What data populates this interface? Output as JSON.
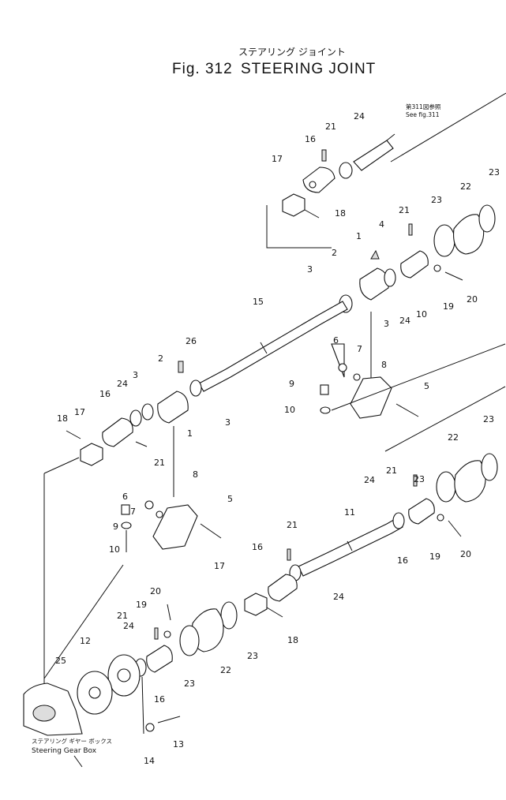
{
  "figure": {
    "title_jp": "ステアリング ジョイント",
    "fig_label": "Fig. 312",
    "title_en": "STEERING JOINT"
  },
  "notes": {
    "see_jp": "第311図参照",
    "see_en": "See fig.311",
    "gearbox_jp": "ステアリング ギヤー ボックス",
    "gearbox_en": "Steering Gear Box"
  },
  "callouts": [
    {
      "id": "c24a",
      "label": "24"
    },
    {
      "id": "c21a",
      "label": "21"
    },
    {
      "id": "c16a",
      "label": "16"
    },
    {
      "id": "c17a",
      "label": "17"
    },
    {
      "id": "c18a",
      "label": "18"
    },
    {
      "id": "c23a",
      "label": "23"
    },
    {
      "id": "c22a",
      "label": "22"
    },
    {
      "id": "c23b",
      "label": "23"
    },
    {
      "id": "c21b",
      "label": "21"
    },
    {
      "id": "c4",
      "label": "4"
    },
    {
      "id": "c1a",
      "label": "1"
    },
    {
      "id": "c2a",
      "label": "2"
    },
    {
      "id": "c3a",
      "label": "3"
    },
    {
      "id": "c3b",
      "label": "3"
    },
    {
      "id": "c24b",
      "label": "24"
    },
    {
      "id": "c10a",
      "label": "10"
    },
    {
      "id": "c19a",
      "label": "19"
    },
    {
      "id": "c20a",
      "label": "20"
    },
    {
      "id": "c15",
      "label": "15"
    },
    {
      "id": "c6a",
      "label": "6"
    },
    {
      "id": "c7a",
      "label": "7"
    },
    {
      "id": "c8a",
      "label": "8"
    },
    {
      "id": "c9a",
      "label": "9"
    },
    {
      "id": "c5a",
      "label": "5"
    },
    {
      "id": "c10b",
      "label": "10"
    },
    {
      "id": "c26",
      "label": "26"
    },
    {
      "id": "c2b",
      "label": "2"
    },
    {
      "id": "c24c",
      "label": "24"
    },
    {
      "id": "c3c",
      "label": "3"
    },
    {
      "id": "c3d",
      "label": "3"
    },
    {
      "id": "c16b",
      "label": "16"
    },
    {
      "id": "c18b",
      "label": "18"
    },
    {
      "id": "c17b",
      "label": "17"
    },
    {
      "id": "c1b",
      "label": "1"
    },
    {
      "id": "c21c",
      "label": "21"
    },
    {
      "id": "c23c",
      "label": "23"
    },
    {
      "id": "c22b",
      "label": "22"
    },
    {
      "id": "c23d",
      "label": "23"
    },
    {
      "id": "c6b",
      "label": "6"
    },
    {
      "id": "c8b",
      "label": "8"
    },
    {
      "id": "c7b",
      "label": "7"
    },
    {
      "id": "c9b",
      "label": "9"
    },
    {
      "id": "c5b",
      "label": "5"
    },
    {
      "id": "c10c",
      "label": "10"
    },
    {
      "id": "c21d",
      "label": "21"
    },
    {
      "id": "c24d",
      "label": "24"
    },
    {
      "id": "c11",
      "label": "11"
    },
    {
      "id": "c21e",
      "label": "21"
    },
    {
      "id": "c16c",
      "label": "16"
    },
    {
      "id": "c19b",
      "label": "19"
    },
    {
      "id": "c20b",
      "label": "20"
    },
    {
      "id": "c16d",
      "label": "16"
    },
    {
      "id": "c24e",
      "label": "24"
    },
    {
      "id": "c17c",
      "label": "17"
    },
    {
      "id": "c20c",
      "label": "20"
    },
    {
      "id": "c18c",
      "label": "18"
    },
    {
      "id": "c19c",
      "label": "19"
    },
    {
      "id": "c21f",
      "label": "21"
    },
    {
      "id": "c12",
      "label": "12"
    },
    {
      "id": "c24f",
      "label": "24"
    },
    {
      "id": "c23e",
      "label": "23"
    },
    {
      "id": "c22c",
      "label": "22"
    },
    {
      "id": "c23f",
      "label": "23"
    },
    {
      "id": "c25",
      "label": "25"
    },
    {
      "id": "c16e",
      "label": "16"
    },
    {
      "id": "c13",
      "label": "13"
    },
    {
      "id": "c14",
      "label": "14"
    }
  ]
}
